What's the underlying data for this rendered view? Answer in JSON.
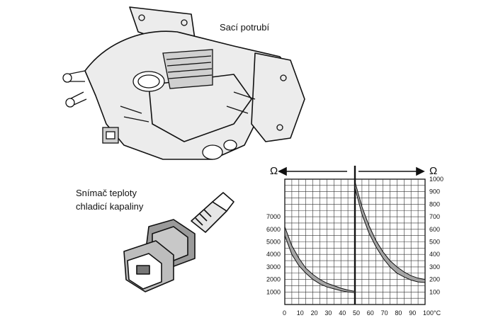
{
  "labels": {
    "manifold": "Sací potrubí",
    "sensor_line1": "Snímač teploty",
    "sensor_line2": "chladicí kapaliny"
  },
  "colors": {
    "ink": "#111111",
    "band_fill": "#9a9a9a",
    "grid": "#333333"
  },
  "chart_data": {
    "type": "line",
    "x": {
      "ticks": [
        0,
        10,
        20,
        30,
        40,
        50,
        60,
        70,
        80,
        90,
        100
      ],
      "tick_labels": [
        "0",
        "10",
        "20",
        "30",
        "40",
        "50",
        "60",
        "70",
        "80",
        "90",
        "100°C"
      ],
      "range": [
        0,
        100
      ]
    },
    "y_left": {
      "unit": "Ω",
      "ticks": [
        1000,
        2000,
        3000,
        4000,
        5000,
        6000,
        7000
      ],
      "tick_labels": [
        "1000",
        "2000",
        "3000",
        "4000",
        "5000",
        "6000",
        "7000"
      ],
      "range": [
        0,
        10000
      ]
    },
    "y_right": {
      "unit": "Ω",
      "ticks": [
        100,
        200,
        300,
        400,
        500,
        600,
        700,
        800,
        900,
        1000
      ],
      "tick_labels": [
        "100",
        "200",
        "300",
        "400",
        "500",
        "600",
        "700",
        "800",
        "900",
        "1000"
      ],
      "range": [
        0,
        1000
      ]
    },
    "divider_x": 50,
    "series": [
      {
        "axis": "left",
        "x": [
          0,
          5,
          10,
          15,
          20,
          25,
          30,
          35,
          40,
          45,
          50
        ],
        "upper": [
          6200,
          4700,
          3700,
          2900,
          2400,
          2000,
          1700,
          1500,
          1300,
          1150,
          1050
        ],
        "lower": [
          5500,
          4000,
          3100,
          2500,
          2000,
          1650,
          1400,
          1250,
          1100,
          1000,
          950
        ]
      },
      {
        "axis": "right",
        "x": [
          50,
          55,
          60,
          65,
          70,
          75,
          80,
          85,
          90,
          95,
          100
        ],
        "upper": [
          980,
          780,
          630,
          510,
          420,
          350,
          300,
          260,
          230,
          210,
          200
        ],
        "lower": [
          930,
          720,
          570,
          460,
          370,
          300,
          250,
          220,
          195,
          180,
          175
        ]
      }
    ]
  }
}
